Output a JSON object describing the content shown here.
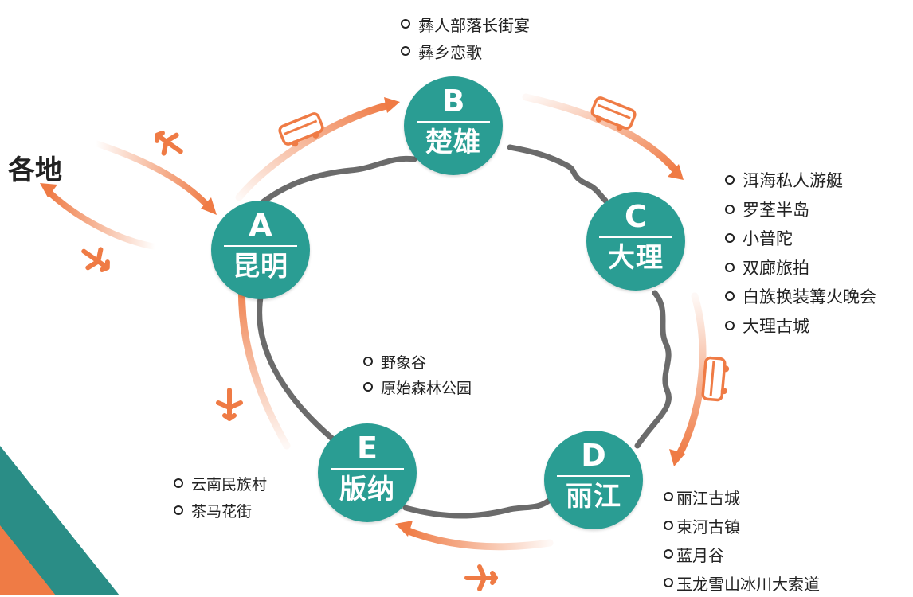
{
  "origin_label": "各地",
  "nodes": {
    "a": {
      "letter": "A",
      "city": "昆明"
    },
    "b": {
      "letter": "B",
      "city": "楚雄"
    },
    "c": {
      "letter": "C",
      "city": "大理"
    },
    "d": {
      "letter": "D",
      "city": "丽江"
    },
    "e": {
      "letter": "E",
      "city": "版纳"
    }
  },
  "attractions": {
    "b": [
      "彝人部落长街宴",
      "彝乡恋歌"
    ],
    "c": [
      "洱海私人游艇",
      "罗荃半岛",
      "小普陀",
      "双廊旅拍",
      "白族换装篝火晚会",
      "大理古城"
    ],
    "d": [
      "丽江古城",
      "束河古镇",
      "蓝月谷",
      "玉龙雪山冰川大索道"
    ],
    "e": [
      "云南民族村",
      "茶马花街"
    ],
    "middle": [
      "野象谷",
      "原始森林公园"
    ]
  },
  "colors": {
    "node_teal": "#2a9d93",
    "arrow_orange": "#ef7b45",
    "road_gray": "#6b6b6b",
    "corner_teal": "#2a8d86",
    "corner_orange": "#ef7b45"
  },
  "transport_icons": {
    "air_in": "airplane-icon",
    "air_out": "airplane-icon",
    "a_to_b": "bus-icon",
    "b_to_c": "bus-icon",
    "c_to_d": "bus-icon",
    "d_to_e": "airplane-icon",
    "e_to_a": "airplane-icon"
  }
}
